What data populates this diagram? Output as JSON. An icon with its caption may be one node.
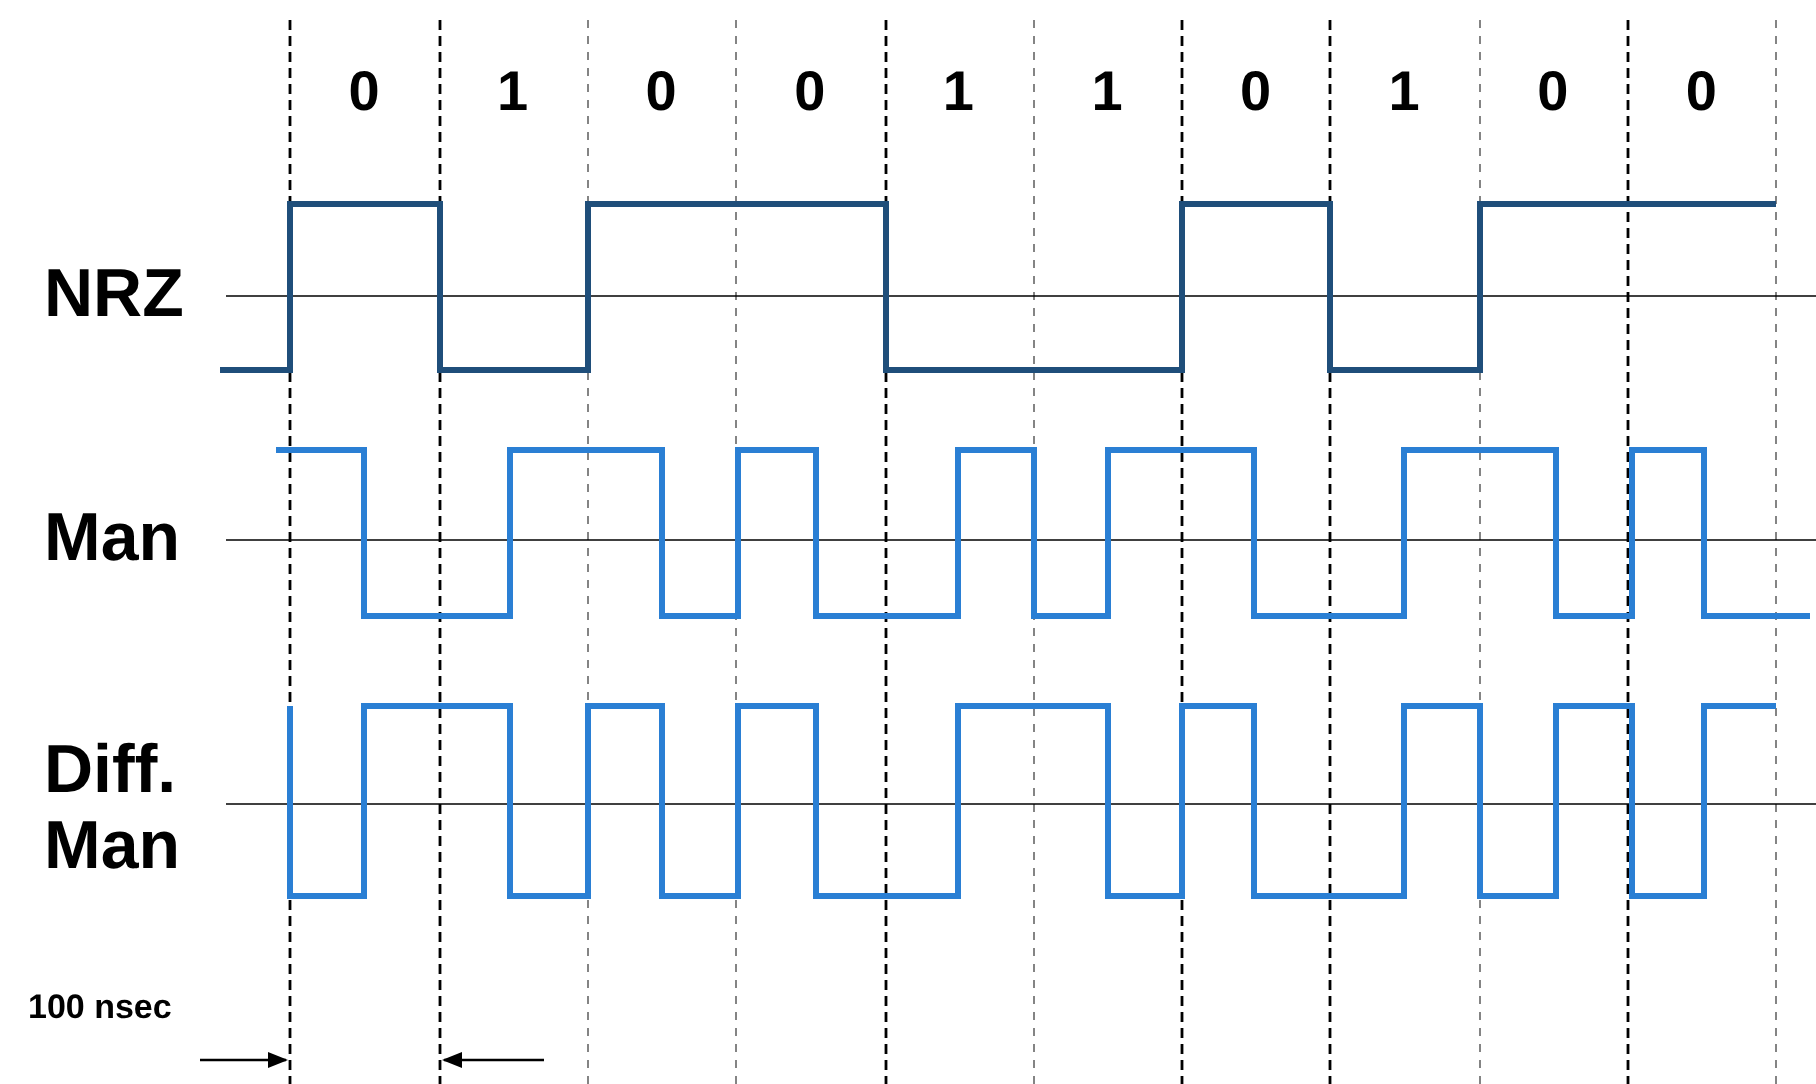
{
  "diagram": {
    "labels": [
      "0",
      "1",
      "0",
      "0",
      "1",
      "1",
      "0",
      "1",
      "0",
      "0",
      "NRZ",
      "Man",
      "Diff. Man",
      "100 nsec"
    ]
  }
}
